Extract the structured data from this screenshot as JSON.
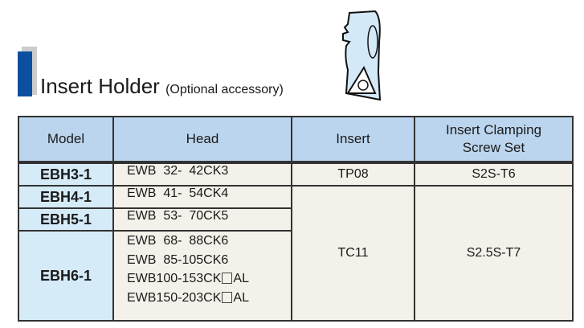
{
  "title": "Insert Holder",
  "subtitle": "(Optional accessory)",
  "headers": {
    "model": "Model",
    "head": "Head",
    "insert": "Insert",
    "screw": "Insert Clamping Screw Set"
  },
  "rows": [
    {
      "model": "EBH3-1",
      "heads": [
        "EWB  32-  42CK3"
      ]
    },
    {
      "model": "EBH4-1",
      "heads": [
        "EWB  41-  54CK4"
      ]
    },
    {
      "model": "EBH5-1",
      "heads": [
        "EWB  53-  70CK5"
      ]
    },
    {
      "model": "EBH6-1",
      "heads": [
        "EWB  68-  88CK6",
        "EWB  85-105CK6",
        "EWB100-153CK",
        "EWB150-203CK"
      ],
      "suffix": "AL"
    }
  ],
  "inserts": [
    "TP08",
    "TC11"
  ],
  "screws": [
    "S2S-T6",
    "S2.5S-T7"
  ]
}
